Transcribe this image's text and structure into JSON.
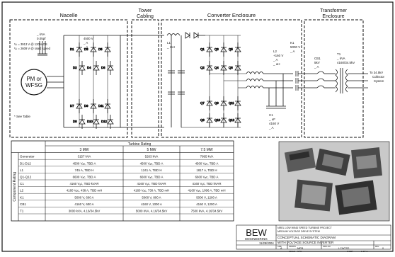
{
  "sections": {
    "nacelle": "Nacelle",
    "tower": [
      "Tower",
      "Cabling"
    ],
    "converter": "Converter Enclosure",
    "transformer": [
      "Transformer",
      "Enclosure"
    ]
  },
  "generator": {
    "line1": "PM or",
    "line2": "WFSG"
  },
  "gen_cap": {
    "l1": "_ kVA",
    "l2": "0.05pf",
    "l3": "Vₗₗ = 3913 V @ 120% OS",
    "l4": "Vₗₗ = 2609 V @ rated speed"
  },
  "note": "* See Table",
  "diodes": {
    "left_top": [
      "D1",
      "D3",
      "D5"
    ],
    "left_bot": [
      "D7",
      "D9",
      "D11"
    ],
    "left_mid": [
      "D2",
      "D4",
      "D6"
    ],
    "left_bot2": [
      "D8",
      "D10",
      "D12"
    ],
    "conv_top": [
      "Q1",
      "Q3",
      "Q5"
    ],
    "conv_bot": [
      "Q7",
      "Q9",
      "Q11"
    ],
    "conv_mid": [
      "Q2",
      "Q4",
      "Q6"
    ],
    "conv_bot2": [
      "Q8",
      "Q10",
      "Q12"
    ]
  },
  "diode_rating": {
    "l1": "4500 V",
    "l2": "_ A",
    "l3": "_ A"
  },
  "l1_label": {
    "name": "L1",
    "val": "_ mH"
  },
  "l2_label": {
    "name": "L2",
    "l1": "+160 V",
    "l2": "_ A",
    "l3": "_ uH"
  },
  "k1_label": {
    "name": "K1",
    "l1": "5000 V",
    "l2": "_ A"
  },
  "c1_label": {
    "name": "C1",
    "l1": "_ uF",
    "l2": "4160 V",
    "l3": "_ A"
  },
  "cb_label": {
    "name": "CB1",
    "l1": "5kV",
    "l2": "_ A"
  },
  "t1_label": {
    "name": "T1",
    "l1": "_ kVA",
    "l2": "4160/34.5kV"
  },
  "output_label": [
    "To 34.5kV",
    "Collector",
    "System"
  ],
  "table": {
    "title": "Turbine Rating",
    "side_label": "Component Rating",
    "columns": [
      "3 MW",
      "5 MW",
      "7.5 MW"
    ],
    "rows": [
      {
        "name": "Generator",
        "cells": [
          "3157 kVA",
          "5263 kVA",
          "7895 kVA"
        ]
      },
      {
        "name": "D1-D12",
        "cells": [
          "4500 Vₐc, TBD A",
          "4500 Vₐc, TBD A",
          "4500 Vₐc, TBD A"
        ]
      },
      {
        "name": "L1",
        "cells": [
          "745 A, TBD H",
          "1241 A, TBD H",
          "1817 A, TBD H"
        ]
      },
      {
        "name": "Q1-Q12",
        "cells": [
          "6600 Vₐc, TBD A",
          "6600 Vₐc, TBD A",
          "6600 Vₐc, TBD A"
        ]
      },
      {
        "name": "C1",
        "cells": [
          "4160 Vₐc, TBD kVAR",
          "4160 Vₐc, TBD kVAR",
          "4160 Vₐc, TBD kVAR"
        ]
      },
      {
        "name": "L2",
        "cells": [
          "4160 Vₐc, 438 A, TBD mH",
          "4160 Vₐc, 730 A, TBD mH",
          "4160 Vₐc, 1096 A, TBD mH"
        ]
      },
      {
        "name": "K1",
        "cells": [
          "5000 V, 600 A",
          "5000 V, 800 A",
          "5000 V, 1200 A"
        ]
      },
      {
        "name": "CB1",
        "cells": [
          "4160 V, 600 A",
          "4160 V, 1000 A",
          "4160 V, 1200 A"
        ]
      },
      {
        "name": "T1",
        "cells": [
          "3000 kVA, 4.16/34.5kV",
          "5000 kVA, 4.16/34.5kV",
          "7500 kVA, 4.16/34.5kV"
        ]
      }
    ]
  },
  "title_block": {
    "logo": "BEW",
    "logo_sub": "ENGINEERING",
    "project_l1": "NREL LOW WIND SPEED TURBINE PROJECT",
    "project_l2": "MEDIUM VOLTAGE DRIVE SYSTEM",
    "drawing_l1": "CONCEPTUAL SCHEMATIC DIAGRAM",
    "drawing_l2": "WITH VOLTAGE SOURCE INVERTER",
    "date": "11/29/2004",
    "size_label": "SIZE",
    "size": "A",
    "drawn_label": "DRAWN",
    "drawn": "MPB",
    "dwg_label": "DWG NO",
    "dwg": "LCWTS2",
    "rev_label": "REV",
    "rev": "0",
    "scale_label": "SCALE",
    "scale": "NTS",
    "sheet_label": "SHEET",
    "sheet": "1 OF 1"
  },
  "colors": {
    "line": "#111111",
    "paper": "#ffffff",
    "photo_bg": "#c9c9c9"
  }
}
